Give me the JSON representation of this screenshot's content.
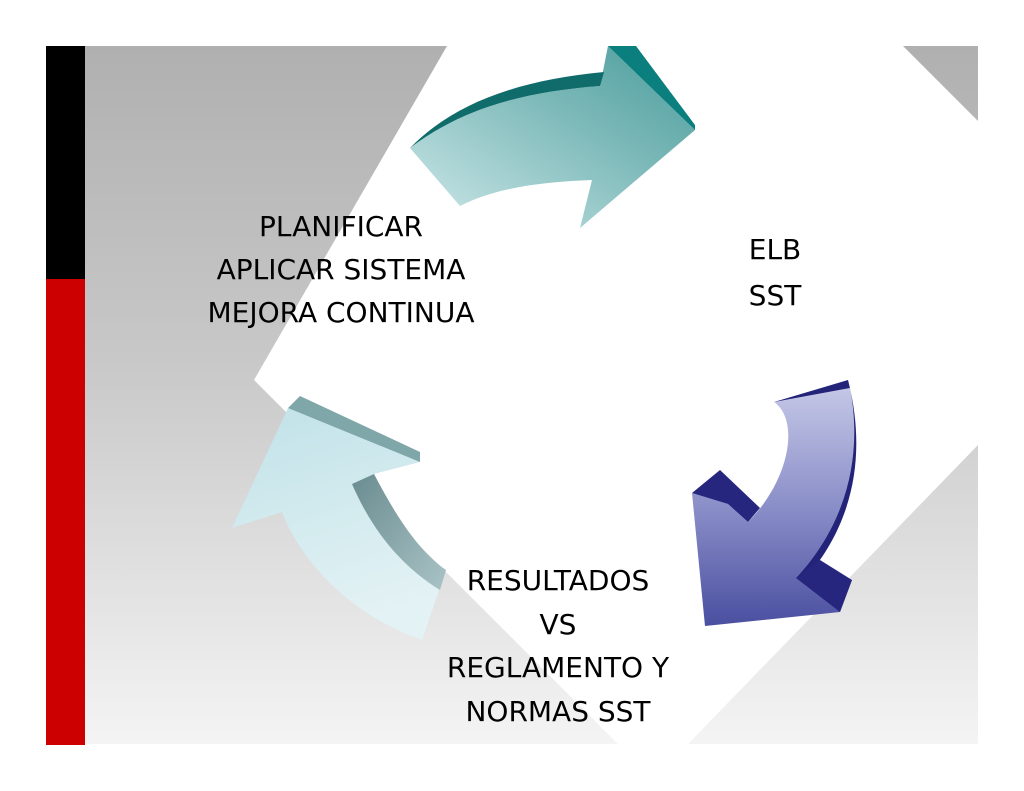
{
  "colors": {
    "background": "#ffffff",
    "bar_black": "#000000",
    "bar_red": "#cc0000",
    "gray_panel": "#b3b3b3",
    "arrow_teal": "#0f8a87",
    "arrow_navy": "#262680",
    "arrow_light": "#c6e6ea"
  },
  "labels": {
    "plan": [
      "PLANIFICAR",
      "APLICAR SISTEMA",
      "MEJORA CONTINUA"
    ],
    "elb": [
      "ELB",
      "SST"
    ],
    "results": [
      "RESULTADOS",
      "VS",
      "REGLAMENTO Y",
      "NORMAS SST"
    ]
  },
  "arrows": [
    {
      "name": "top-arrow",
      "color": "teal",
      "direction": "right"
    },
    {
      "name": "right-arrow",
      "color": "navy",
      "direction": "down-left"
    },
    {
      "name": "left-arrow",
      "color": "light-blue",
      "direction": "up"
    }
  ]
}
